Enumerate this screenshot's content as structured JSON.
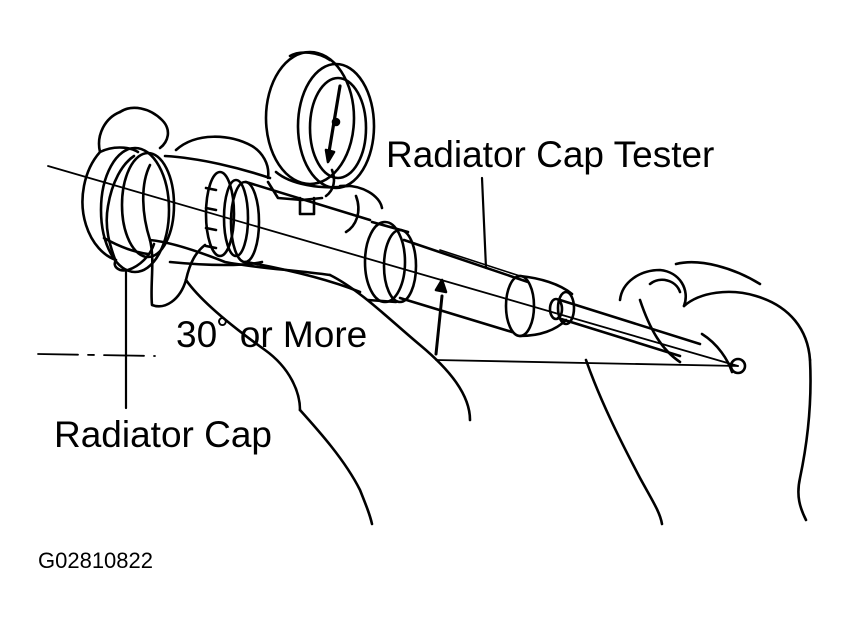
{
  "labels": {
    "tester": "Radiator Cap Tester",
    "angle": "30˚ or More",
    "cap": "Radiator Cap",
    "figure_code": "G02810822"
  },
  "colors": {
    "ink": "#000000",
    "paper": "#ffffff"
  }
}
